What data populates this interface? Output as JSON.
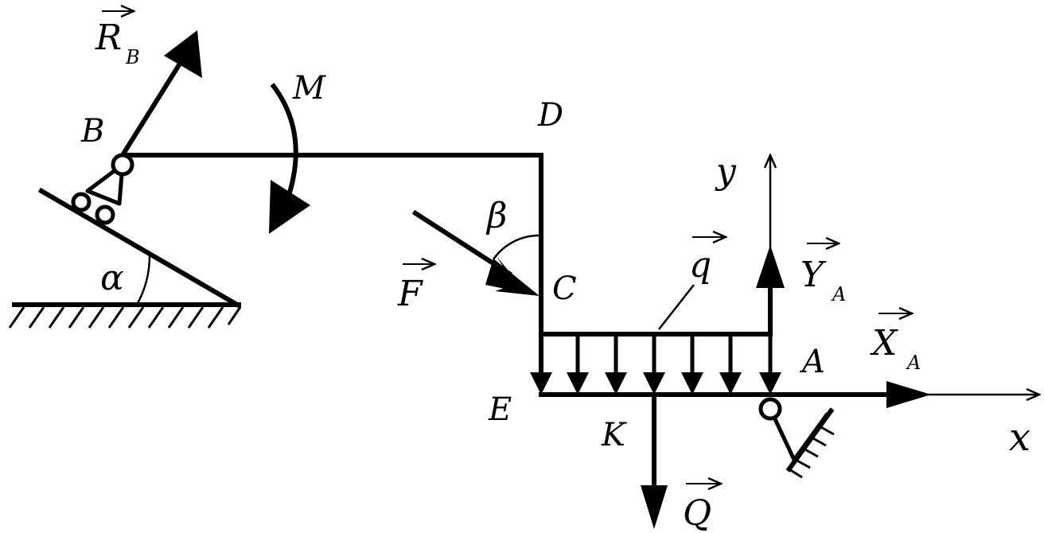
{
  "points": {
    "A": "A",
    "B": "B",
    "C": "C",
    "D": "D",
    "E": "E",
    "K": "K"
  },
  "angles": {
    "alpha": "α",
    "beta": "β"
  },
  "axes": {
    "x": "x",
    "y": "y"
  },
  "loads": {
    "M": "M",
    "F": "F",
    "q": "q",
    "Q": "Q",
    "R_B": {
      "main": "R",
      "sub": "B"
    },
    "X_A": {
      "main": "X",
      "sub": "A"
    },
    "Y_A": {
      "main": "Y",
      "sub": "A"
    }
  },
  "colors": {
    "ink": "#000000",
    "paper": "#ffffff"
  }
}
